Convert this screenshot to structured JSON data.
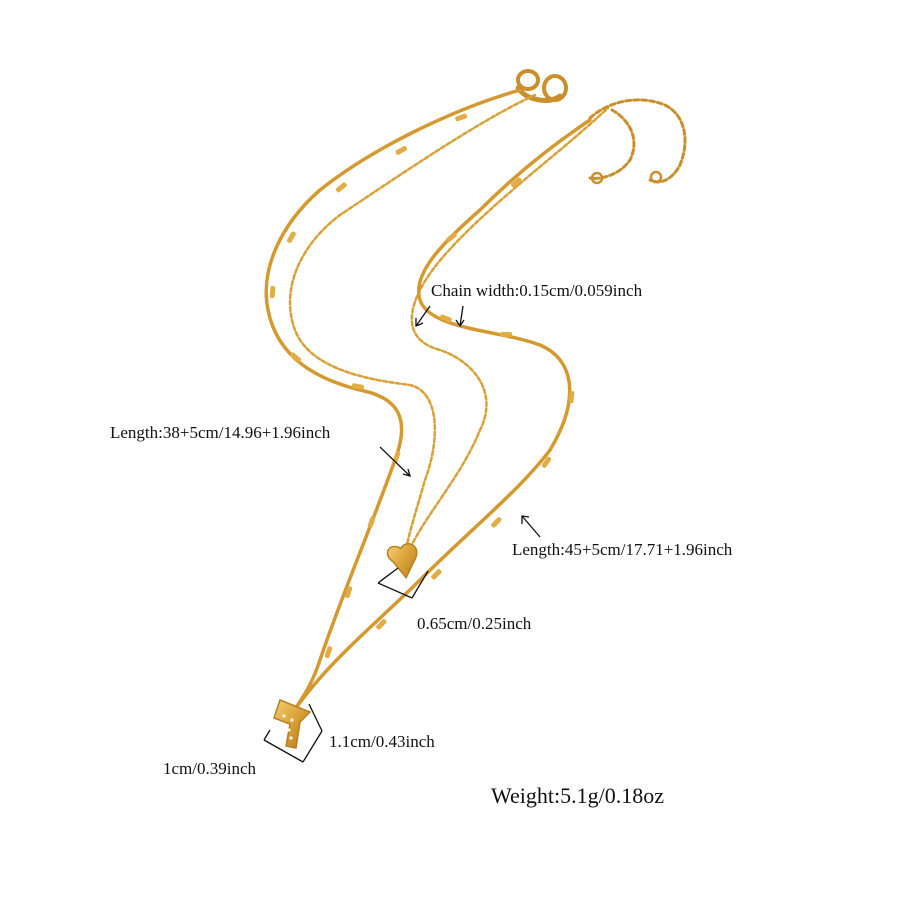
{
  "labels": {
    "chain_width": "Chain width:0.15cm/0.059inch",
    "short_length": "Length:38+5cm/14.96+1.96inch",
    "long_length": "Length:45+5cm/17.71+1.96inch",
    "heart_size": "0.65cm/0.25inch",
    "pendant_height": "1.1cm/0.43inch",
    "pendant_width": "1cm/0.39inch",
    "weight": "Weight:5.1g/0.18oz"
  },
  "colors": {
    "background": "#ffffff",
    "gold": "#d9a036",
    "gold_dark": "#b9801f",
    "gold_light": "#f0c768",
    "annotation": "#111111"
  }
}
